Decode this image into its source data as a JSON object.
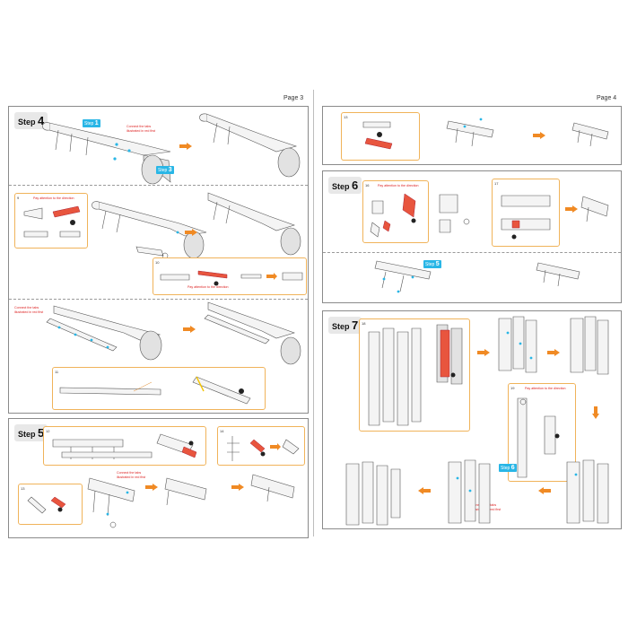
{
  "pages": [
    {
      "number": "Page 3"
    },
    {
      "number": "Page 4"
    }
  ],
  "steps": {
    "s4": {
      "word": "Step",
      "num": "4"
    },
    "s5": {
      "word": "Step",
      "num": "5"
    },
    "s6": {
      "word": "Step",
      "num": "6"
    },
    "s7": {
      "word": "Step",
      "num": "7"
    }
  },
  "callouts": {
    "c1": {
      "word": "Step",
      "num": "1"
    },
    "c3": {
      "word": "Step",
      "num": "3"
    },
    "c5": {
      "word": "Step",
      "num": "5"
    },
    "c6": {
      "word": "Step",
      "num": "6"
    }
  },
  "notes": {
    "connect_tabs": "Connect the tabs illustrated in red first",
    "pay_attention": "Pay attention to the direction"
  },
  "part_numbers": {
    "p9": "9",
    "p10": "10",
    "p11": "11",
    "p12": "12",
    "p13": "13",
    "p14": "14",
    "p15": "15",
    "p16": "16",
    "p17": "17",
    "p18": "18",
    "p19": "19"
  },
  "colors": {
    "accent_blue": "#29b6e6",
    "accent_red": "#e8553e",
    "accent_orange": "#f08a24",
    "frame_orange": "#f0b35a"
  }
}
